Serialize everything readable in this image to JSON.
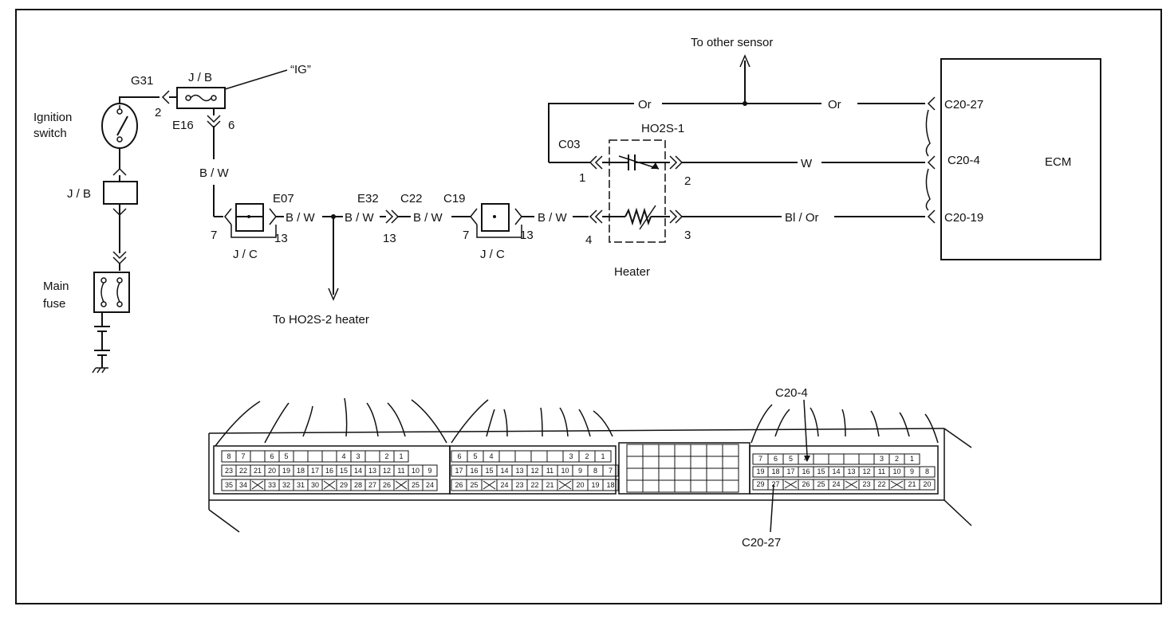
{
  "labels": {
    "g31": "G31",
    "jb_top": "J / B",
    "ig": "“IG”",
    "ignition_switch_1": "Ignition",
    "ignition_switch_2": "switch",
    "pin2_g31": "2",
    "e16": "E16",
    "pin6": "6",
    "bw_vertical": "B / W",
    "jb_mid": "J / B",
    "main_fuse_1": "Main",
    "main_fuse_2": "fuse",
    "e07": "E07",
    "bw1": "B / W",
    "jc1_pin7": "7",
    "jc1_pin13": "13",
    "jc1": "J / C",
    "e32": "E32",
    "bw2": "B / W",
    "e32_pin13": "13",
    "c22": "C22",
    "bw3": "B / W",
    "c19": "C19",
    "jc2_pin7": "7",
    "jc2_pin13": "13",
    "jc2": "J / C",
    "bw4": "B / W",
    "to_ho2s2": "To HO2S-2 heater",
    "to_other_sensor": "To other sensor",
    "or1": "Or",
    "or2": "Or",
    "c03": "C03",
    "ho2s1": "HO2S-1",
    "pin1": "1",
    "pin2": "2",
    "pin3": "3",
    "pin4": "4",
    "w": "W",
    "blor": "Bl / Or",
    "heater": "Heater",
    "c20_27": "C20-27",
    "c20_4": "C20-4",
    "c20_19": "C20-19",
    "ecm": "ECM",
    "conn_c20_4": "C20-4",
    "conn_c20_27": "C20-27"
  },
  "connector_pins": {
    "left_row1": [
      "8",
      "7",
      "",
      "6",
      "5",
      "",
      "",
      "",
      "4",
      "3",
      "",
      "2",
      "1"
    ],
    "left_row2": [
      "23",
      "22",
      "21",
      "20",
      "19",
      "18",
      "17",
      "16",
      "15",
      "14",
      "13",
      "12",
      "11",
      "10",
      "9"
    ],
    "left_row3": [
      "35",
      "34",
      "",
      "33",
      "32",
      "31",
      "30",
      "",
      "29",
      "28",
      "27",
      "26",
      "",
      "25",
      "24"
    ],
    "mid_row1": [
      "6",
      "5",
      "4",
      "",
      "",
      "",
      "",
      "3",
      "2",
      "1"
    ],
    "mid_row2": [
      "17",
      "16",
      "15",
      "14",
      "13",
      "12",
      "11",
      "10",
      "9",
      "8",
      "7"
    ],
    "mid_row3": [
      "26",
      "25",
      "",
      "24",
      "23",
      "22",
      "21",
      "",
      "20",
      "19",
      "18"
    ],
    "right_row1": [
      "7",
      "6",
      "5",
      "4",
      "",
      "",
      "",
      "",
      "3",
      "2",
      "1"
    ],
    "right_row2": [
      "19",
      "18",
      "17",
      "16",
      "15",
      "14",
      "13",
      "12",
      "11",
      "10",
      "9",
      "8"
    ],
    "right_row3": [
      "29",
      "27",
      "",
      "26",
      "25",
      "24",
      "",
      "23",
      "22",
      "",
      "21",
      "20"
    ]
  }
}
